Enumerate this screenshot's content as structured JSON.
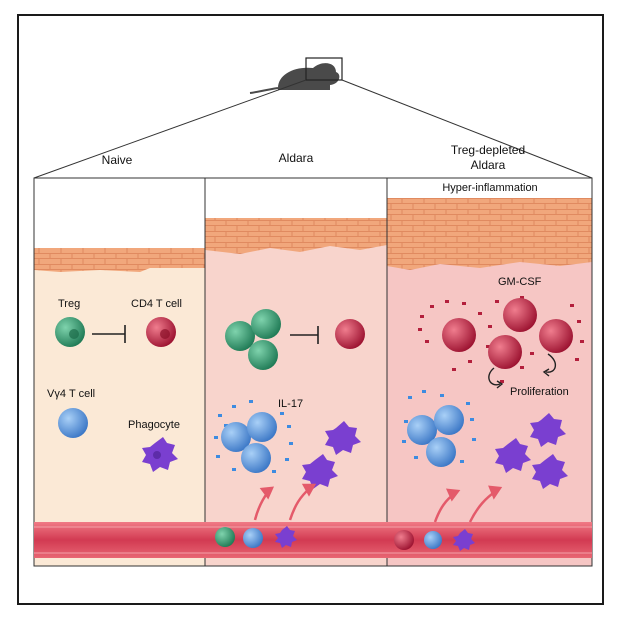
{
  "panels": {
    "naive": {
      "title": "Naive"
    },
    "aldara": {
      "title": "Aldara"
    },
    "treg_depleted": {
      "title_line1": "Treg-depleted",
      "title_line2": "Aldara",
      "banner": "Hyper-inflammation"
    }
  },
  "cell_labels": {
    "treg": "Treg",
    "cd4": "CD4 T cell",
    "vg4": "Vγ4 T cell",
    "phagocyte": "Phagocyte",
    "il17": "IL-17",
    "gmcsf": "GM-CSF",
    "proliferation": "Proliferation"
  },
  "colors": {
    "treg": "#2e9a73",
    "cd4": "#c2203f",
    "vg4": "#4a8fd9",
    "phagocyte": "#7a3fd0",
    "epidermis": "#f1a77c",
    "vessel": "#d94a5e",
    "naive_bg": "#fbe9d6",
    "aldara_bg": "#f8d4cc",
    "treg_bg": "#f6c8c6"
  }
}
